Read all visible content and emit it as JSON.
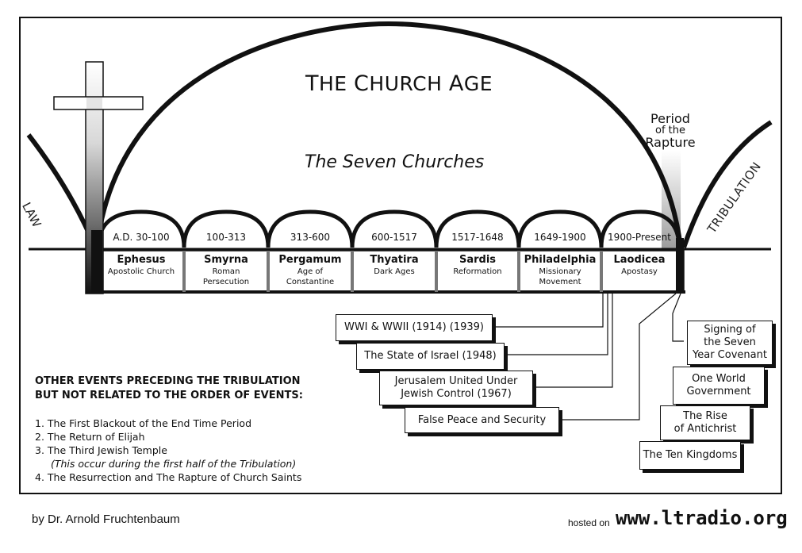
{
  "title_prefix": "T",
  "title_rest": "HE ",
  "title_c": "C",
  "title_hurch": "HURCH ",
  "title_a": "A",
  "title_ge": "GE",
  "subtitle": "The Seven Churches",
  "rapture": {
    "line1": "Period",
    "line2": "of the",
    "line3": "Rapture"
  },
  "law_label": "LAW",
  "tribulation_label": "TRIBULATION",
  "churches": [
    {
      "date": "A.D. 30-100",
      "name": "Ephesus",
      "desc1": "Apostolic Church",
      "desc2": ""
    },
    {
      "date": "100-313",
      "name": "Smyrna",
      "desc1": "Roman",
      "desc2": "Persecution"
    },
    {
      "date": "313-600",
      "name": "Pergamum",
      "desc1": "Age of",
      "desc2": "Constantine"
    },
    {
      "date": "600-1517",
      "name": "Thyatira",
      "desc1": "Dark Ages",
      "desc2": ""
    },
    {
      "date": "1517-1648",
      "name": "Sardis",
      "desc1": "Reformation",
      "desc2": ""
    },
    {
      "date": "1649-1900",
      "name": "Philadelphia",
      "desc1": "Missionary",
      "desc2": "Movement"
    },
    {
      "date": "1900-Present",
      "name": "Laodicea",
      "desc1": "Apostasy",
      "desc2": ""
    }
  ],
  "events_left": [
    {
      "line1": "WWI & WWII (1914)  (1939)",
      "line2": ""
    },
    {
      "line1": "The State of Israel  (1948)",
      "line2": ""
    },
    {
      "line1": "Jerusalem United Under",
      "line2": "Jewish Control  (1967)"
    },
    {
      "line1": "False Peace and Security",
      "line2": ""
    }
  ],
  "events_right": [
    {
      "line1": "Signing of",
      "line2": "the Seven",
      "line3": "Year Covenant"
    },
    {
      "line1": "One World",
      "line2": "Government",
      "line3": ""
    },
    {
      "line1": "The Rise",
      "line2": "of Antichrist",
      "line3": ""
    },
    {
      "line1": "The Ten Kingdoms",
      "line2": "",
      "line3": ""
    }
  ],
  "others": {
    "heading1": "OTHER EVENTS PRECEDING THE TRIBULATION",
    "heading2": "BUT NOT RELATED TO THE ORDER OF EVENTS:",
    "items": [
      "1.  The First Blackout of the End Time Period",
      "2.  The Return of Elijah",
      "3.  The Third Jewish Temple",
      "(This occur during the first half of the Tribulation)",
      "4.  The Resurrection and The Rapture of Church Saints"
    ]
  },
  "author": "by Dr. Arnold Fruchtenbaum",
  "hosted": "hosted on",
  "url": "www.ltradio.org"
}
